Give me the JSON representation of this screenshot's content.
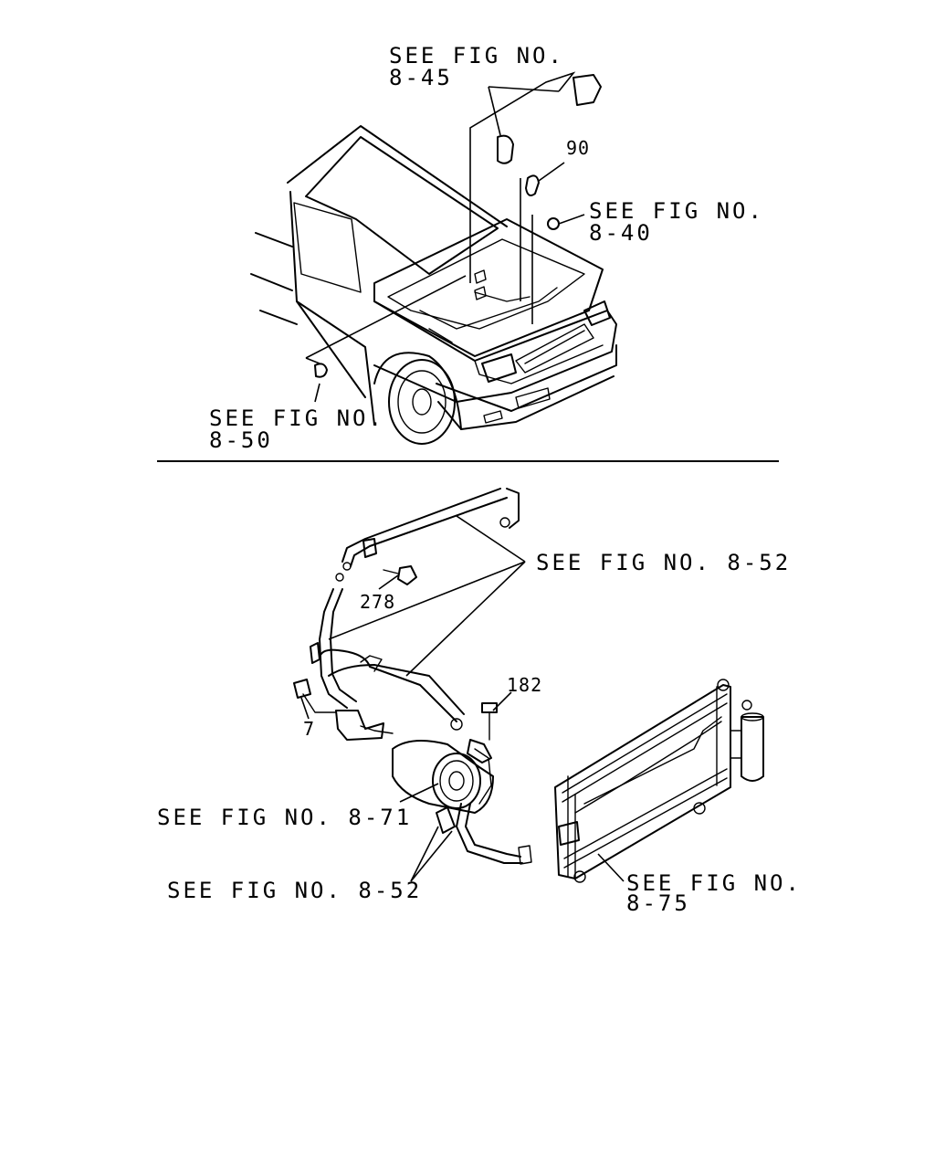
{
  "labels": {
    "fig_8_45_line1": "SEE FIG NO.",
    "fig_8_45_line2": "8-45",
    "part_90": "90",
    "fig_8_40_line1": "SEE FIG NO.",
    "fig_8_40_line2": "8-40",
    "fig_8_50_line1": "SEE FIG NO.",
    "fig_8_50_line2": "8-50",
    "fig_8_52_top": "SEE FIG NO. 8-52",
    "part_278": "278",
    "part_182": "182",
    "part_7": "7",
    "fig_8_71": "SEE FIG NO. 8-71",
    "fig_8_52_bottom": "SEE FIG NO. 8-52",
    "fig_8_75_line1": "SEE FIG NO.",
    "fig_8_75_line2": "8-75"
  }
}
